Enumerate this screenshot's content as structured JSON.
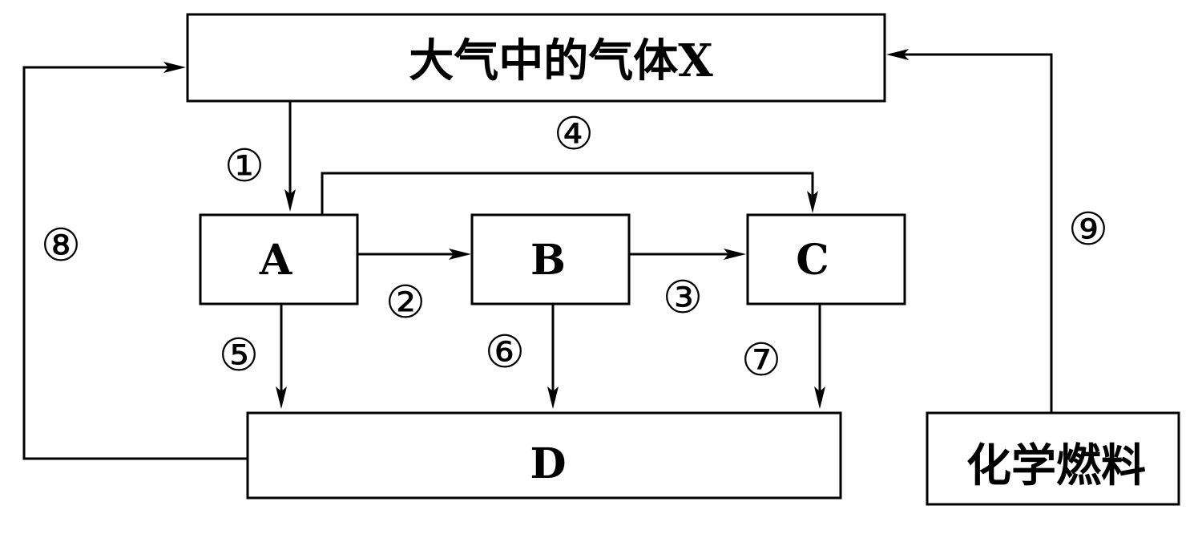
{
  "boxes": {
    "atmosphere": "大气中的气体X",
    "a": "A",
    "b": "B",
    "c": "C",
    "d": "D",
    "fossil_fuel": "化学燃料"
  },
  "arrows": {
    "n1": "①",
    "n2": "②",
    "n3": "③",
    "n4": "④",
    "n5": "⑤",
    "n6": "⑥",
    "n7": "⑦",
    "n8": "⑧",
    "n9": "⑨"
  }
}
